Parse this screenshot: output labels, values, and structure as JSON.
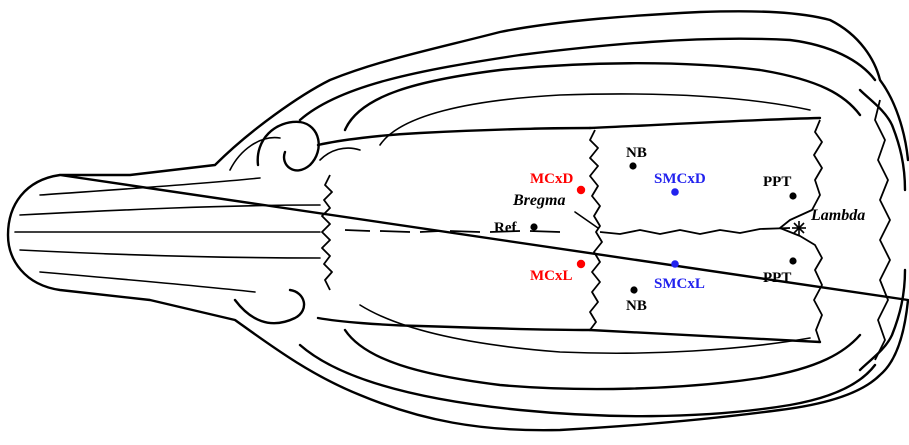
{
  "colors": {
    "line": "#000000",
    "black_marker": "#000000",
    "red_marker": "#ff0000",
    "blue_marker": "#2222ee"
  },
  "landmarks": {
    "bregma": "Bregma",
    "lambda": "Lambda"
  },
  "points": {
    "ref": {
      "label": "Ref",
      "color": "black"
    },
    "mcxd": {
      "label": "MCxD",
      "color": "red"
    },
    "mcxl": {
      "label": "MCxL",
      "color": "red"
    },
    "nb_top": {
      "label": "NB",
      "color": "black"
    },
    "nb_bottom": {
      "label": "NB",
      "color": "black"
    },
    "smcxd": {
      "label": "SMCxD",
      "color": "blue"
    },
    "smcxl": {
      "label": "SMCxL",
      "color": "blue"
    },
    "ppt_top": {
      "label": "PPT",
      "color": "black"
    },
    "ppt_bottom": {
      "label": "PPT",
      "color": "black"
    }
  }
}
